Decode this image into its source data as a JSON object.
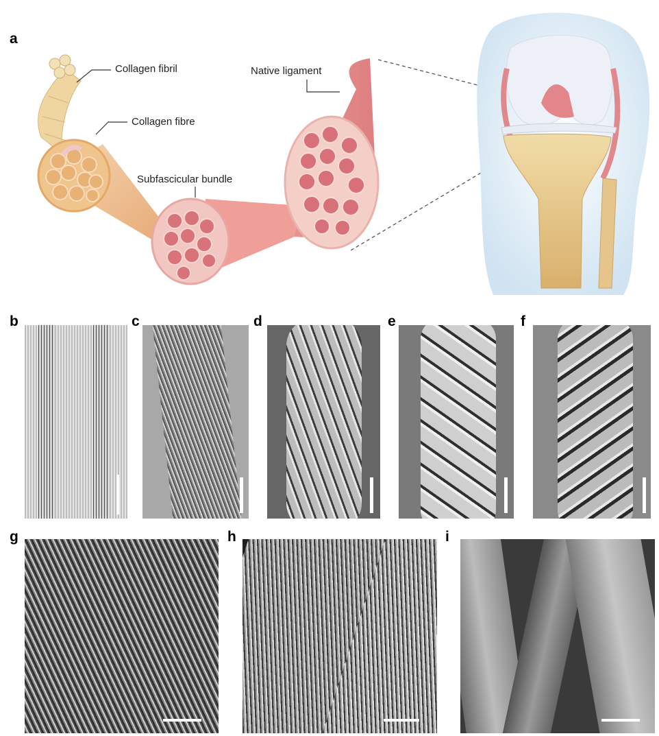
{
  "panel_a": {
    "letter": "a",
    "labels": {
      "collagen_fibril": "Collagen fibril",
      "collagen_fibre": "Collagen fibre",
      "subfascicular_bundle": "Subfascicular bundle",
      "native_ligament": "Native ligament"
    }
  },
  "micrograph_panels": [
    {
      "letter": "b"
    },
    {
      "letter": "c"
    },
    {
      "letter": "d"
    },
    {
      "letter": "e"
    },
    {
      "letter": "f"
    },
    {
      "letter": "g"
    },
    {
      "letter": "h"
    },
    {
      "letter": "i"
    }
  ],
  "colors": {
    "fibril": "#f1d9a3",
    "fibre": "#ebb574",
    "bundle": "#e69a98",
    "ligament": "#e8908e",
    "bone": "#e9c98b",
    "cartilage": "#e9eef8",
    "skin_halo": "#d4e6f3",
    "sem_gray": "#8a8a8a"
  }
}
